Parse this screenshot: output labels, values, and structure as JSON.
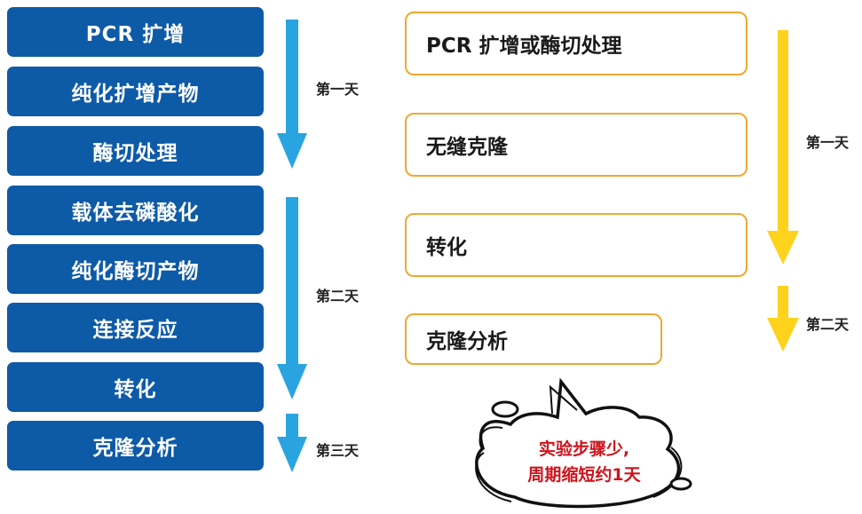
{
  "traditional": {
    "steps": [
      "PCR 扩增",
      "纯化扩增产物",
      "酶切处理",
      "载体去磷酸化",
      "纯化酶切产物",
      "连接反应",
      "转化",
      "克隆分析"
    ],
    "day_labels": [
      "第一天",
      "第二天",
      "第三天"
    ]
  },
  "new_method": {
    "steps": [
      "PCR 扩增或酶切处理",
      "无缝克隆",
      "转化",
      "克隆分析"
    ],
    "day_labels": [
      "第一天",
      "第二天"
    ]
  },
  "bubble": {
    "line1": "实验步骤少,",
    "line2": "周期缩短约1天"
  },
  "colors": {
    "step_blue": "#0d5aa7",
    "arrow_blue": "#2aa4e0",
    "box_border": "#f0a830",
    "arrow_yellow": "#ffd21e",
    "bubble_text": "#d0121b"
  }
}
